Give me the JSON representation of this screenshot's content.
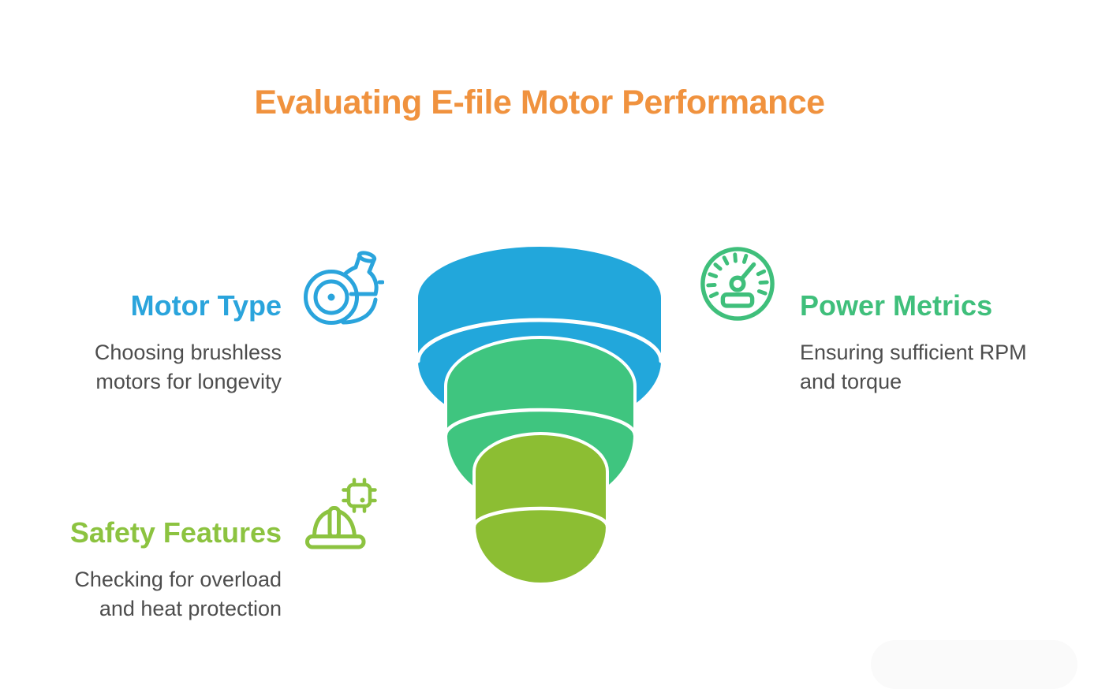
{
  "title": {
    "text": "Evaluating E-file Motor Performance",
    "color": "#F0923E"
  },
  "body_text_color": "#4D4D4D",
  "sections": {
    "motor_type": {
      "title": "Motor Type",
      "color": "#2AA4DC",
      "line1": "Choosing brushless",
      "line2": "motors for longevity",
      "icon": "motor-icon"
    },
    "power_metrics": {
      "title": "Power Metrics",
      "color": "#3FBF7B",
      "line1": "Ensuring sufficient RPM",
      "line2": "and torque",
      "icon": "gauge-icon"
    },
    "safety_features": {
      "title": "Safety Features",
      "color": "#8CC340",
      "line1": "Checking for overload",
      "line2": "and heat protection",
      "icon": "helmet-chip-icon"
    }
  },
  "funnel": {
    "description": "three stacked cylinders, widest on top",
    "layers": [
      {
        "label": "top",
        "color": "#22A7DB"
      },
      {
        "label": "middle",
        "color": "#3FC57F"
      },
      {
        "label": "bottom",
        "color": "#8CBE33"
      }
    ]
  }
}
